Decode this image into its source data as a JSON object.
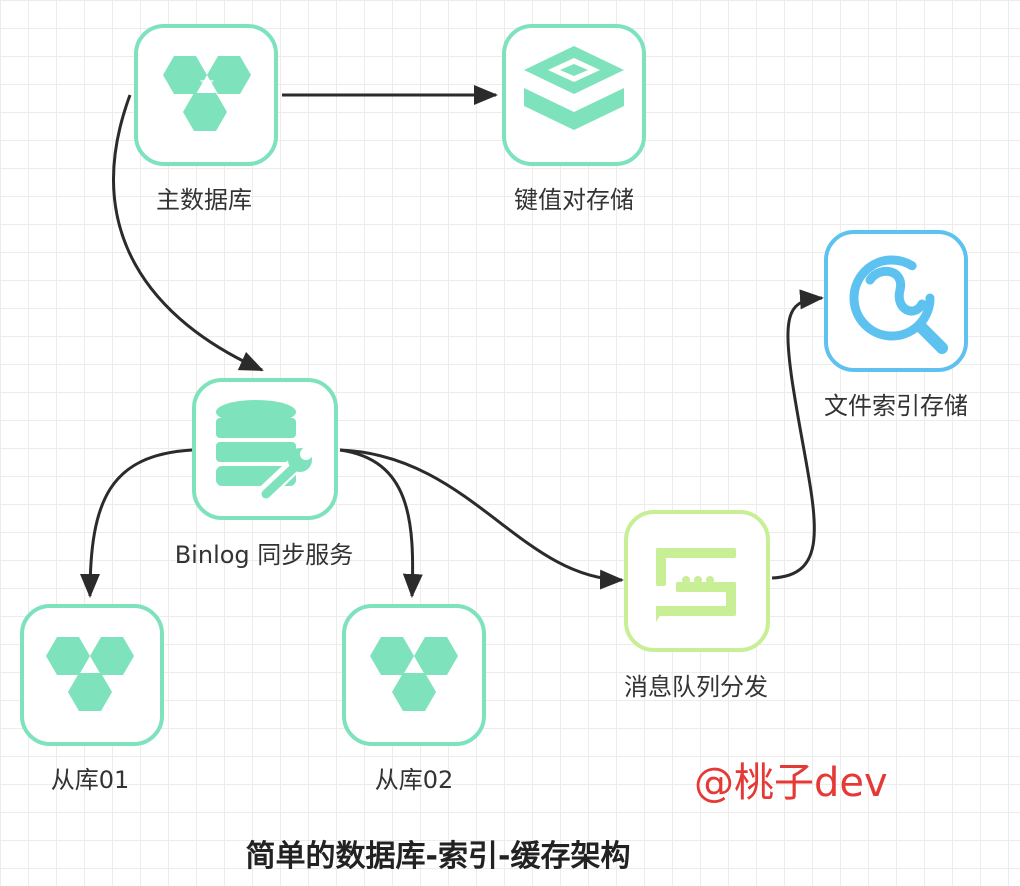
{
  "nodes": {
    "main_db": {
      "label": "主数据库",
      "icon": "hexagon-cluster-icon"
    },
    "kv_store": {
      "label": "键值对存储",
      "icon": "stacked-layers-icon"
    },
    "binlog": {
      "label": "Binlog 同步服务",
      "icon": "database-wrench-icon"
    },
    "replica1": {
      "label": "从库01",
      "icon": "hexagon-cluster-icon"
    },
    "replica2": {
      "label": "从库02",
      "icon": "hexagon-cluster-icon"
    },
    "mq": {
      "label": "消息队列分发",
      "icon": "message-bracket-icon"
    },
    "search": {
      "label": "文件索引存储",
      "icon": "search-index-icon"
    }
  },
  "watermark": "@桃子dev",
  "caption": "简单的数据库-索引-缓存架构",
  "colors": {
    "green": "#7ee2bd",
    "lime": "#c8ee96",
    "blue": "#5ec2f0",
    "arrow": "#2b2b2b",
    "watermark": "#e53935"
  }
}
